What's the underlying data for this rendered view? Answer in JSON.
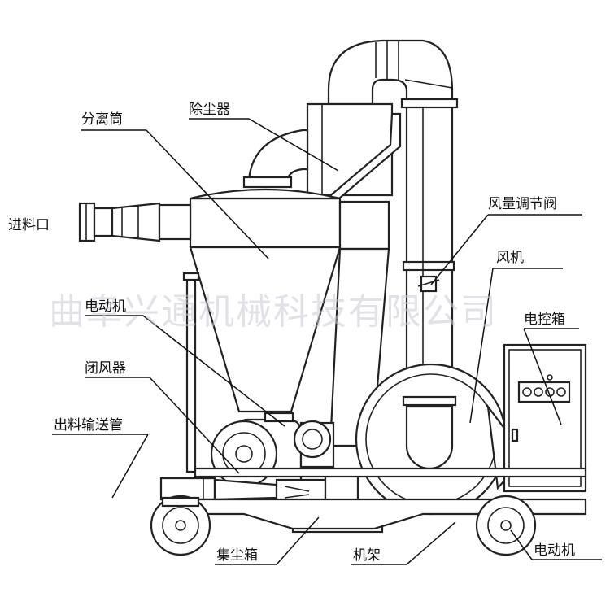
{
  "diagram": {
    "labels": {
      "feed_inlet": "进料口",
      "separator_drum": "分离筒",
      "dust_remover": "除尘器",
      "air_volume_valve": "风量调节阀",
      "fan": "风机",
      "control_box": "电控箱",
      "motor_left": "电动机",
      "airlock": "闭风器",
      "discharge_pipe": "出料输送管",
      "dust_box": "集尘箱",
      "frame": "机架",
      "motor_right": "电动机"
    },
    "watermark": "曲阜兴通机械科技有限公司",
    "colors": {
      "line": "#222222",
      "background": "#ffffff",
      "watermark": "#c9ccd6"
    }
  }
}
